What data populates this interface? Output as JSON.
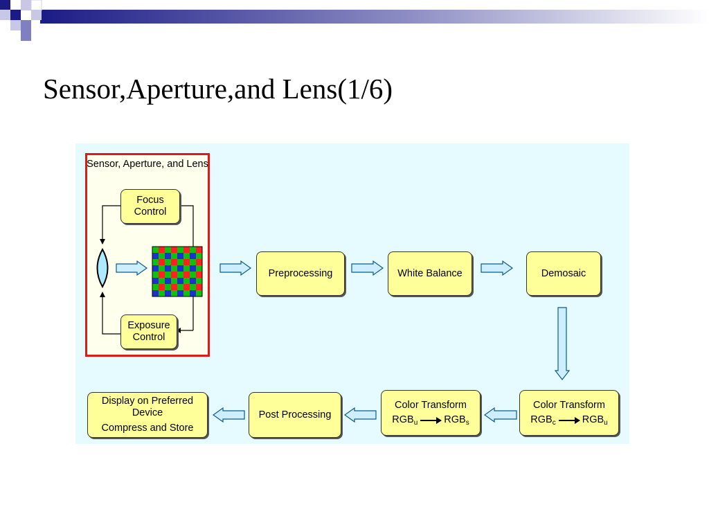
{
  "slide": {
    "title": "Sensor,Aperture,and Lens(1/6)"
  },
  "diagram": {
    "sensor_group_label": "Sensor, Aperture, and Lens",
    "focus_control": {
      "line1": "Focus",
      "line2": "Control"
    },
    "exposure_control": {
      "line1": "Exposure",
      "line2": "Control"
    },
    "preprocessing": "Preprocessing",
    "white_balance": "White Balance",
    "demosaic": "Demosaic",
    "color_transform_c": {
      "title": "Color Transform",
      "from": "RGB",
      "from_sub": "c",
      "to": "RGB",
      "to_sub": "u"
    },
    "color_transform_u": {
      "title": "Color Transform",
      "from": "RGB",
      "from_sub": "u",
      "to": "RGB",
      "to_sub": "s"
    },
    "post_processing": "Post Processing",
    "output": {
      "line1": "Display on Preferred",
      "line2": "Device",
      "line3": "Compress and Store"
    }
  },
  "colors": {
    "box_fill": "#ffff99",
    "panel_fill": "#e6fbff",
    "sensor_border": "#e01818",
    "arrow_fill": "#cceeff",
    "arrow_stroke": "#0d5a86",
    "bayer_red": "#ff2020",
    "bayer_green": "#10c010",
    "bayer_blue": "#2030d0"
  }
}
